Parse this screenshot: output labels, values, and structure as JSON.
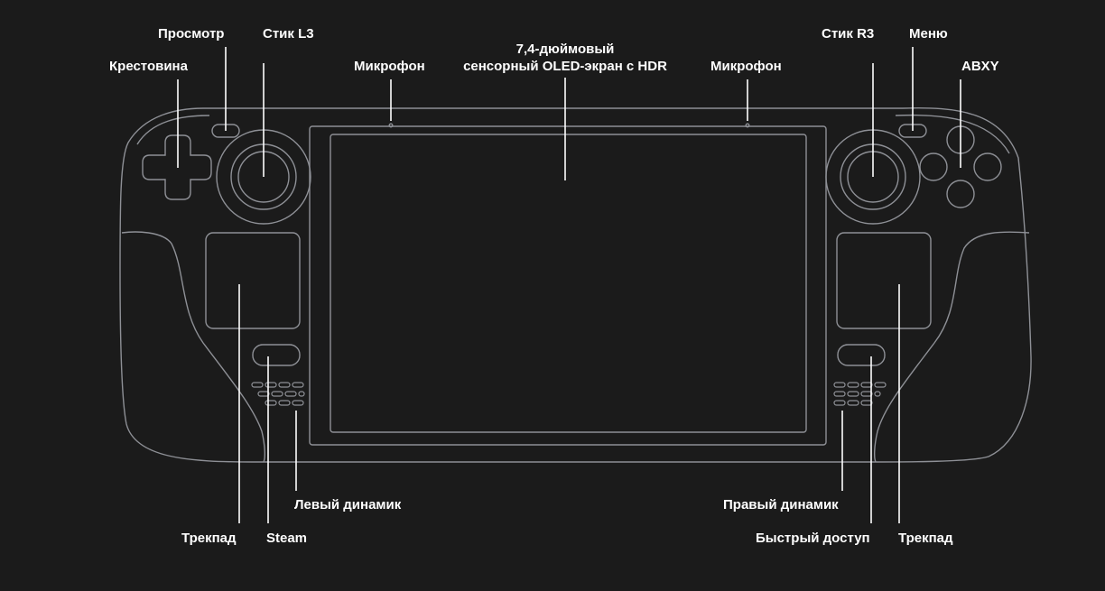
{
  "labels": {
    "dpad": "Крестовина",
    "view": "Просмотр",
    "stick_l3": "Стик L3",
    "mic_left": "Микрофон",
    "screen_line1": "7,4-дюймовый",
    "screen_line2": "сенсорный OLED-экран с HDR",
    "mic_right": "Микрофон",
    "stick_r3": "Стик R3",
    "menu": "Меню",
    "abxy": "ABXY",
    "left_speaker": "Левый динамик",
    "right_speaker": "Правый динамик",
    "trackpad_left": "Трекпад",
    "steam": "Steam",
    "quick_access": "Быстрый доступ",
    "trackpad_right": "Трекпад"
  },
  "colors": {
    "background": "#1b1b1b",
    "device_outline": "#8e9096",
    "leader_line": "#ffffff",
    "label_text": "#ffffff"
  }
}
